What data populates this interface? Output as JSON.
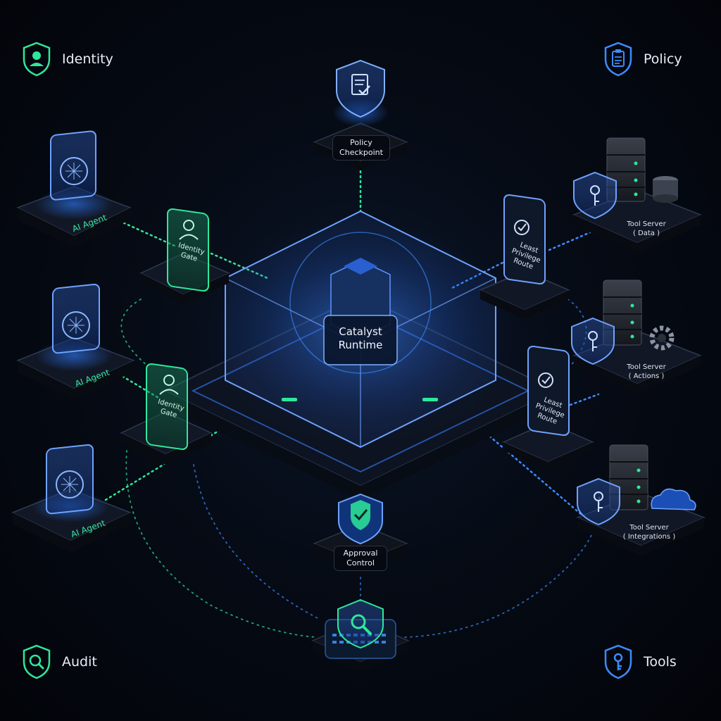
{
  "corners": {
    "identity": "Identity",
    "policy": "Policy",
    "audit": "Audit",
    "tools": "Tools"
  },
  "icons": {
    "identity": "user-shield-icon",
    "policy": "clipboard-shield-icon",
    "audit": "magnifier-shield-icon",
    "tools": "key-shield-icon"
  },
  "core": {
    "line1": "Catalyst",
    "line2": "Runtime"
  },
  "policy_checkpoint": {
    "line1": "Policy",
    "line2": "Checkpoint"
  },
  "approval_control": {
    "line1": "Approval",
    "line2": "Control"
  },
  "agents": [
    "AI Agent",
    "AI Agent",
    "AI Agent"
  ],
  "identity_gates": [
    {
      "line1": "Identity",
      "line2": "Gate"
    },
    {
      "line1": "Identity",
      "line2": "Gate"
    }
  ],
  "routes": [
    {
      "line1": "Least",
      "line2": "Privilege",
      "line3": "Route"
    },
    {
      "line1": "Least",
      "line2": "Privilege",
      "line3": "Route"
    }
  ],
  "tool_servers": [
    {
      "line1": "Tool Server",
      "line2": "( Data )"
    },
    {
      "line1": "Tool Server",
      "line2": "( Actions )"
    },
    {
      "line1": "Tool Server",
      "line2": "( Integrations )"
    }
  ],
  "colors": {
    "background": "#04070d",
    "green_accent": "#2ee89a",
    "blue_accent": "#3d8bff",
    "text": "#e8edf5"
  }
}
